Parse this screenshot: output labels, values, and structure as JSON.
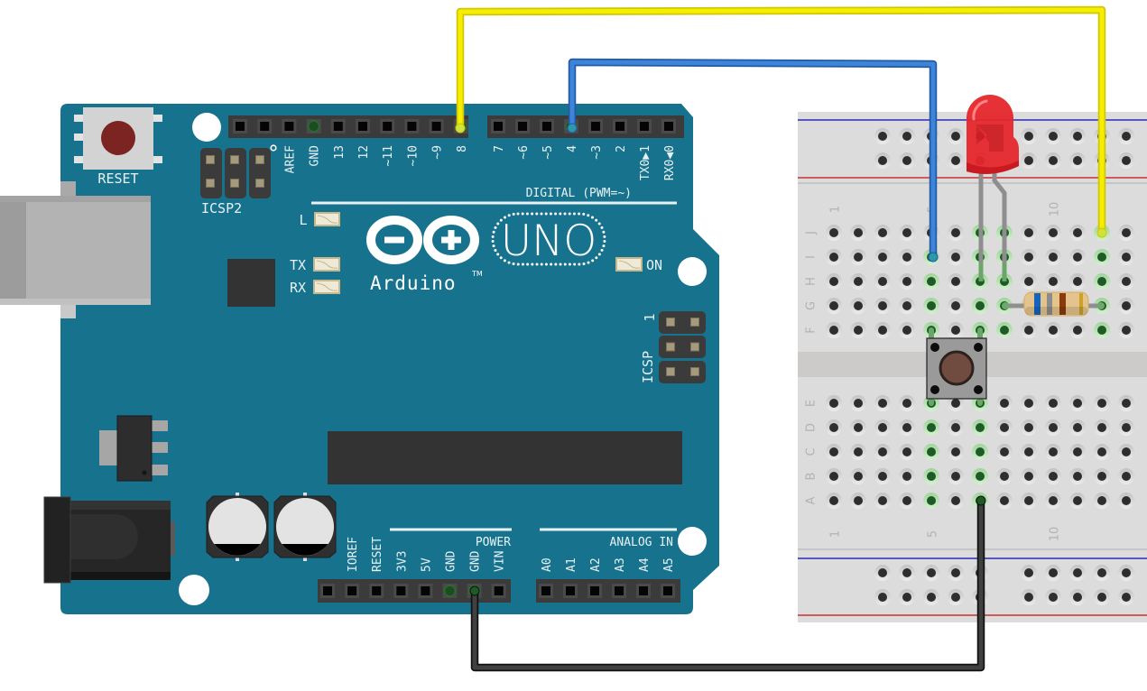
{
  "arduino": {
    "brand": "Arduino",
    "trademark": "TM",
    "model": "UNO",
    "reset_label": "RESET",
    "icsp2_label": "ICSP2",
    "icsp_label": "ICSP",
    "icsp_pin1_label": "1",
    "digital_label": "DIGITAL (PWM=~)",
    "power_label": "POWER",
    "analog_label": "ANALOG IN",
    "led_labels": {
      "l": "L",
      "tx": "TX",
      "rx": "RX",
      "on": "ON"
    },
    "headers": {
      "digital_high": [
        "",
        "",
        "AREF",
        "GND",
        "13",
        "12",
        "~11",
        "~10",
        "~9",
        "8"
      ],
      "digital_low": [
        "7",
        "~6",
        "~5",
        "4",
        "~3",
        "2",
        "TX0▶1",
        "RX0◀0"
      ],
      "power": [
        "",
        "IOREF",
        "RESET",
        "3V3",
        "5V",
        "GND",
        "GND",
        "VIN"
      ],
      "analog": [
        "A0",
        "A1",
        "A2",
        "A3",
        "A4",
        "A5"
      ]
    },
    "highlighted_pins": {
      "digital_high": [
        3,
        9
      ],
      "digital_low": [
        3
      ],
      "power": [
        5,
        6
      ]
    },
    "colors": {
      "board": "#17728e",
      "header": "#3b3b3b",
      "reset_cap": "#7b2421",
      "chip": "#333333"
    }
  },
  "breadboard": {
    "rows_top": [
      "J",
      "I",
      "H",
      "G",
      "F"
    ],
    "rows_bottom": [
      "E",
      "D",
      "C",
      "B",
      "A"
    ],
    "visible_columns": 13,
    "column_labels": [
      {
        "column": 1,
        "text": "1"
      },
      {
        "column": 5,
        "text": "5"
      },
      {
        "column": 10,
        "text": "10"
      }
    ],
    "rail_columns": [
      3,
      4,
      5,
      6,
      7,
      9,
      10,
      11,
      12,
      13
    ],
    "connected_holes": [
      "I5",
      "H5",
      "G5",
      "F5",
      "E5",
      "D5",
      "C5",
      "B5",
      "A5",
      "J7",
      "I7",
      "H7",
      "G7",
      "F7",
      "E7",
      "D7",
      "C7",
      "B7",
      "A7",
      "J8",
      "I8",
      "H8",
      "G8",
      "F8",
      "J12",
      "I12",
      "H12",
      "G12",
      "F12"
    ],
    "colors": {
      "body": "#dcdcdc",
      "trench": "#cdcbca",
      "rail_negative": "#2b2bb8",
      "rail_positive": "#c8322f"
    }
  },
  "components": {
    "led": {
      "color": "#e5262c",
      "legs": [
        "H7",
        "H8"
      ]
    },
    "resistor": {
      "from": "G8",
      "to": "G12",
      "body_color": "#e4c48c",
      "bands": [
        {
          "name": "blue",
          "color": "#1565c0"
        },
        {
          "name": "gray",
          "color": "#8c8c8c"
        },
        {
          "name": "brown",
          "color": "#8b3a0e"
        },
        {
          "name": "gold",
          "color": "#c9a227"
        }
      ]
    },
    "pushbutton": {
      "pins": [
        "F5",
        "F7",
        "E5",
        "E7"
      ],
      "cap_color": "#6f4b40",
      "body_color": "#9a9a9a"
    }
  },
  "wires": [
    {
      "name": "yellow",
      "color": "#f6ee00",
      "edge": "#cfc700",
      "end_color": "#cfe23e",
      "from": "D8",
      "to": "J12"
    },
    {
      "name": "blue",
      "color": "#3d85d8",
      "edge": "#2459a6",
      "end_color": "#2a9aa8",
      "from": "D4",
      "to": "I5"
    },
    {
      "name": "black",
      "color": "#404040",
      "edge": "#111111",
      "end_color": "#1e5a26",
      "from": "GND",
      "to": "A7"
    }
  ]
}
